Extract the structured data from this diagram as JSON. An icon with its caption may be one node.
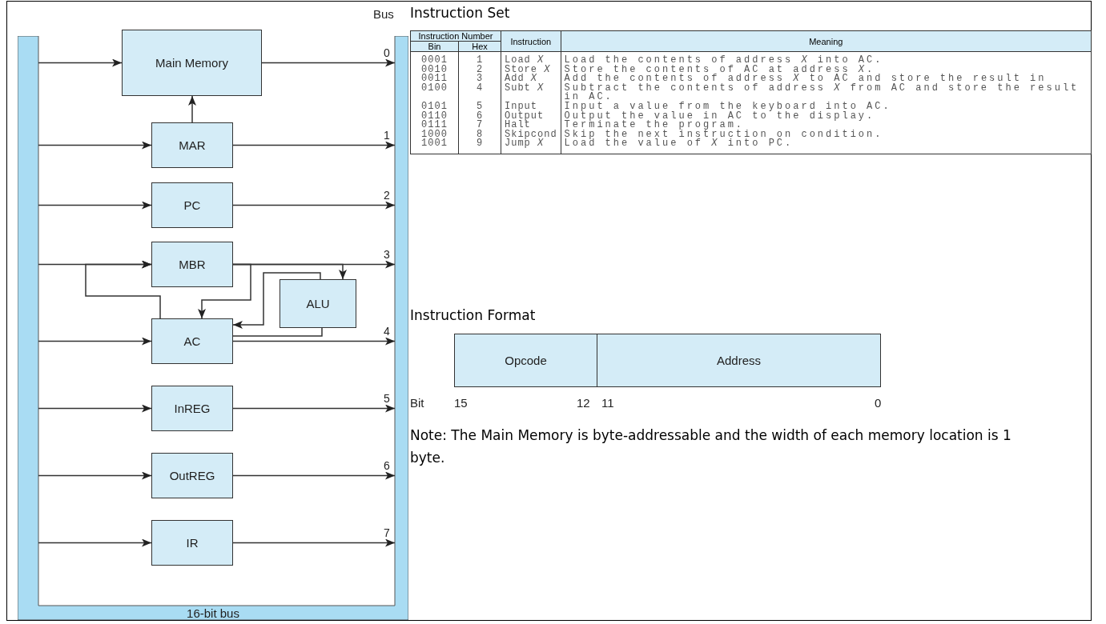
{
  "diagram": {
    "nodes": [
      {
        "text": [
          "16-bit bus"
        ]
      },
      {
        "text": [
          "Main Memory"
        ]
      },
      {
        "text": [
          "MAR"
        ]
      },
      {
        "text": [
          "PC"
        ]
      },
      {
        "text": [
          "MBR"
        ]
      },
      {
        "text": [
          "AC"
        ]
      },
      {
        "text": [
          "ALU"
        ]
      },
      {
        "text": [
          "InREG"
        ]
      },
      {
        "text": [
          "OutREG"
        ]
      },
      {
        "text": [
          "IR"
        ]
      },
      {
        "text": [
          "Opcode"
        ]
      },
      {
        "text": [
          "Address"
        ]
      }
    ],
    "edges": [
      {
        "from": 0,
        "to": 1,
        "arrow": "to"
      },
      {
        "from": 1,
        "to": 0,
        "arrow": "to",
        "label": "0"
      },
      {
        "from": 2,
        "to": 1,
        "arrow": "to"
      },
      {
        "from": 0,
        "to": 2,
        "arrow": "to"
      },
      {
        "from": 2,
        "to": 0,
        "arrow": "to",
        "label": "1"
      },
      {
        "from": 0,
        "to": 3,
        "arrow": "to"
      },
      {
        "from": 3,
        "to": 0,
        "arrow": "to",
        "label": "2"
      },
      {
        "from": 0,
        "to": 4,
        "arrow": "to"
      },
      {
        "from": 4,
        "to": 0,
        "arrow": "to",
        "label": "3"
      },
      {
        "from": 4,
        "to": 6,
        "arrow": "to"
      },
      {
        "from": 4,
        "to": 5,
        "arrow": "to"
      },
      {
        "from": 5,
        "to": 4,
        "arrow": "to"
      },
      {
        "from": 6,
        "to": 5,
        "arrow": "to"
      },
      {
        "from": 5,
        "to": 6,
        "arrow": "none"
      },
      {
        "from": 0,
        "to": 5,
        "arrow": "to"
      },
      {
        "from": 5,
        "to": 0,
        "arrow": "to",
        "label": "4"
      },
      {
        "from": 0,
        "to": 7,
        "arrow": "to"
      },
      {
        "from": 7,
        "to": 0,
        "arrow": "to",
        "label": "5"
      },
      {
        "from": 0,
        "to": 8,
        "arrow": "to"
      },
      {
        "from": 8,
        "to": 0,
        "arrow": "to",
        "label": "6"
      },
      {
        "from": 0,
        "to": 9,
        "arrow": "to"
      },
      {
        "from": 9,
        "to": 0,
        "arrow": "to",
        "label": "7"
      }
    ],
    "labels": [
      "Bus",
      "Instruction Set",
      "Instruction Number",
      "Instruction",
      "Meaning",
      "Bin",
      "Hex",
      "0001",
      "1",
      "Load *X*",
      "Load the contents of address *X* into AC.",
      "0010",
      "2",
      "Store *X*",
      "Store the contents of AC at address *X*.",
      "0011",
      "3",
      "Add *X*",
      "Add the contents of address *X* to AC and store the result in",
      "0100",
      "4",
      "Subt *X*",
      "Subtract the contents of address *X* from AC and store the result in AC.",
      "0101",
      "5",
      "Input",
      "Input a value from the keyboard into AC.",
      "0110",
      "6",
      "Output",
      "Output the value in AC to the display.",
      "0111",
      "7",
      "Halt",
      "Terminate the program.",
      "1000",
      "8",
      "Skipcond",
      "Skip the next instruction on condition.",
      "1001",
      "9",
      "Jump *X*",
      "Load the value of *X* into PC.",
      "Instruction Format",
      "Bit",
      "15",
      "12",
      "11",
      "0",
      "Note: The Main Memory is byte-addressable and the width of each memory location is 1 byte."
    ]
  }
}
